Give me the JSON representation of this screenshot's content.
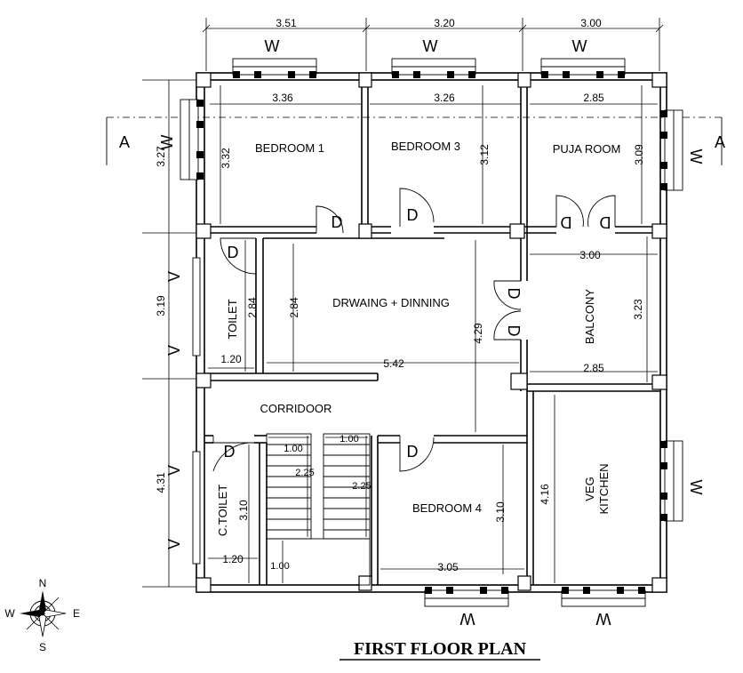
{
  "title": "FIRST FLOOR PLAN",
  "rooms": {
    "bedroom1": "BEDROOM 1",
    "bedroom3": "BEDROOM 3",
    "puja": "PUJA ROOM",
    "drawing": "DRWAING + DINNING",
    "toilet": "TOILET",
    "balcony": "BALCONY",
    "corridor": "CORRIDOOR",
    "ctoilet": "C.TOILET",
    "bedroom4": "BEDROOM 4",
    "kitchen_line1": "VEG",
    "kitchen_line2": "KITCHEN"
  },
  "symbols": {
    "window": "W",
    "ventilator": "V",
    "door": "D",
    "section": "A"
  },
  "dimensions": {
    "top": [
      "3.51",
      "3.20",
      "3.00"
    ],
    "left": [
      "3.27",
      "3.19",
      "4.31"
    ],
    "bedroom1_w": "3.36",
    "bedroom1_h": "3.32",
    "bedroom3_w": "3.26",
    "bedroom3_h": "3.12",
    "puja_w": "2.85",
    "puja_h": "3.09",
    "toilet_h": "2.84",
    "toilet_w": "1.20",
    "drawing_h": "2.84",
    "drawing_w": "5.42",
    "drawing_v": "4.29",
    "balcony_w_top": "3.00",
    "balcony_h": "3.23",
    "balcony_w_bottom": "2.85",
    "stair1_w": "1.00",
    "stair1_h": "2.25",
    "stair2_w": "1.00",
    "stair2_h": "2.25",
    "landing": "1.00",
    "ctoilet_h": "3.10",
    "ctoilet_w": "1.20",
    "bedroom4_h": "3.10",
    "bedroom4_w": "3.05",
    "kitchen_h": "4.16"
  },
  "compass": {
    "n": "N",
    "s": "S",
    "e": "E",
    "w": "W"
  }
}
